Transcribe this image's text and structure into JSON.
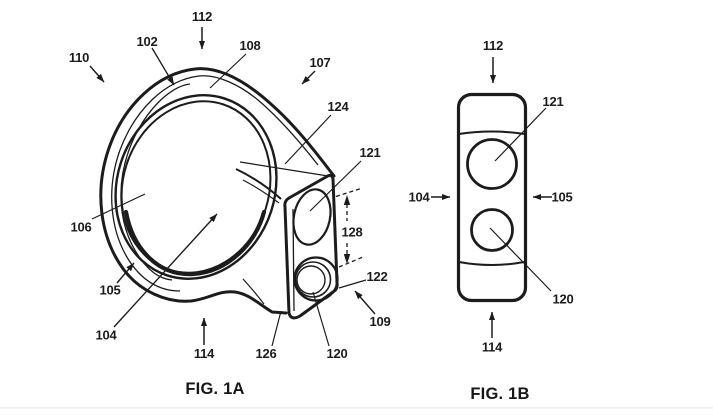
{
  "page": {
    "background_color": "#ffffff",
    "ink_color": "#1c1c1c"
  },
  "fig1a": {
    "caption": "FIG. 1A",
    "labels": [
      {
        "ref": "110"
      },
      {
        "ref": "102"
      },
      {
        "ref": "112"
      },
      {
        "ref": "108"
      },
      {
        "ref": "107"
      },
      {
        "ref": "124"
      },
      {
        "ref": "121"
      },
      {
        "ref": "128"
      },
      {
        "ref": "122"
      },
      {
        "ref": "109"
      },
      {
        "ref": "120"
      },
      {
        "ref": "126"
      },
      {
        "ref": "114"
      },
      {
        "ref": "104"
      },
      {
        "ref": "105"
      },
      {
        "ref": "106"
      }
    ]
  },
  "fig1b": {
    "caption": "FIG. 1B",
    "labels": [
      {
        "ref": "112"
      },
      {
        "ref": "121"
      },
      {
        "ref": "104"
      },
      {
        "ref": "105"
      },
      {
        "ref": "120"
      },
      {
        "ref": "114"
      }
    ]
  }
}
